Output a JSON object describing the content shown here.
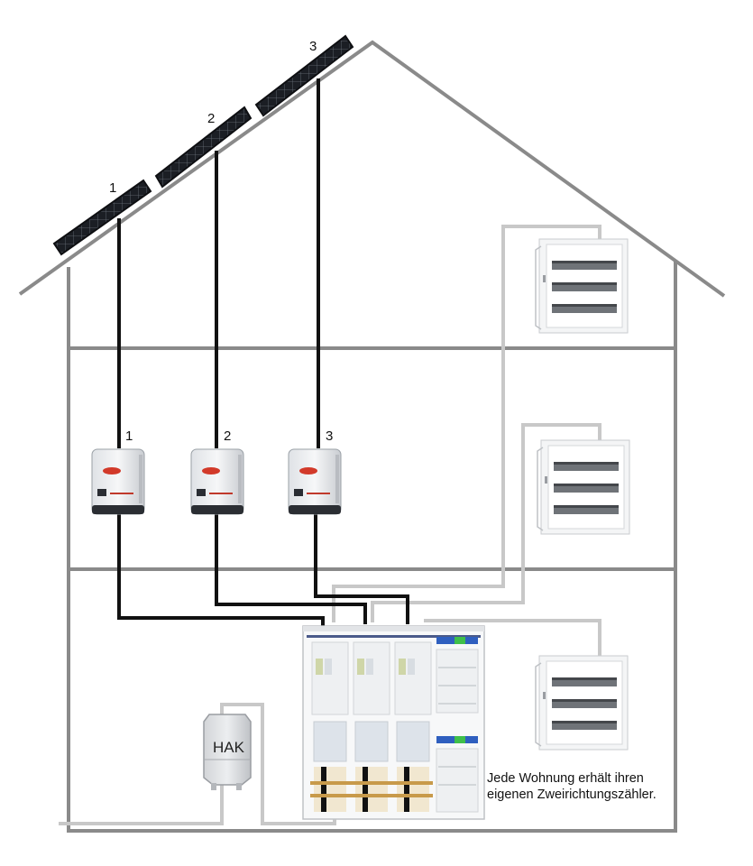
{
  "labels": {
    "panel_1": "1",
    "panel_2": "2",
    "panel_3": "3",
    "inverter_1": "1",
    "inverter_2": "2",
    "inverter_3": "3",
    "hak": "HAK"
  },
  "note": {
    "line1": "Jede Wohnung erhält ihren",
    "line2": "eigenen Zweirichtungszähler."
  },
  "colors": {
    "house_outline": "#8a8a8a",
    "dc_cable": "#111111",
    "ac_cable": "#c8c8c8",
    "solar_panel": "#1b1e24"
  }
}
